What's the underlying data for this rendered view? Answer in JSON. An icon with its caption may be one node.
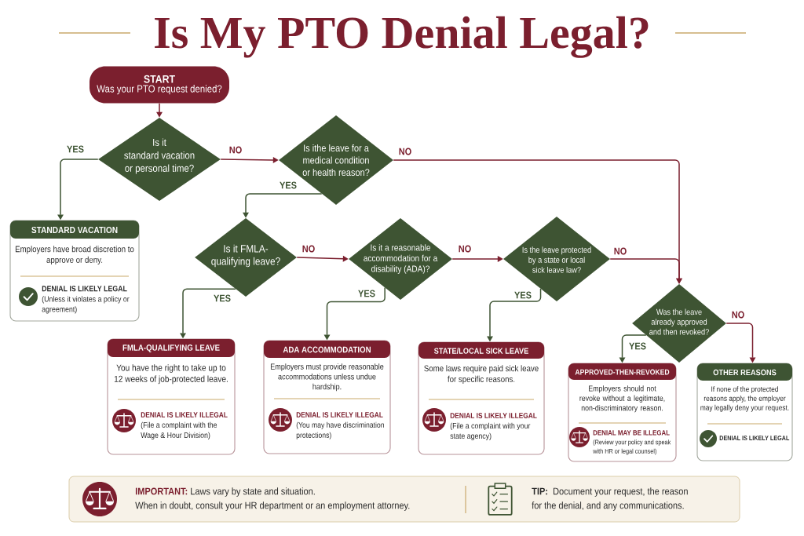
{
  "diagram": {
    "title": "Is My PTO Denial Legal?",
    "nodes": [
      {
        "text": [
          "START",
          "Was your PTO request denied?"
        ]
      },
      {
        "text": [
          "Is it standard vacation or personal time?"
        ]
      },
      {
        "text": [
          "Is ithe leave for a medical condition or health reason?"
        ]
      },
      {
        "text": [
          "STANDARD VACATION",
          "Employers have broad discretion to approve or deny.",
          "DENIAL IS LIKELY LEGAL",
          "(Unless it violates a policy or agreement)"
        ]
      },
      {
        "text": [
          "Is it FMLA-qualifying leave?"
        ]
      },
      {
        "text": [
          "Is it a reasonable accommodation for a disability (ADA)?"
        ]
      },
      {
        "text": [
          "Is the leave protected by a state or local sick leave law?"
        ]
      },
      {
        "text": [
          "Was the leave already approved and then revoked?"
        ]
      },
      {
        "text": [
          "FMLA-QUALIFYING LEAVE",
          "You have the right to take up to 12 weeks of job-protected leave.",
          "DENIAL IS LIKELY ILLEGAL",
          "(File a complaint with the Wage & Hour Division)"
        ]
      },
      {
        "text": [
          "ADA ACCOMMODATION",
          "Employers must provide reasonable accommodations unless undue hardship.",
          "DENIAL IS LIKELY ILLEGAL",
          "(You may have discrimination protections)"
        ]
      },
      {
        "text": [
          "STATE/LOCAL SICK LEAVE",
          "Some laws require paid sick leave for specific reasons.",
          "DENIAL IS LIKELY ILLEGAL",
          "(File a complaint with your state agency)"
        ]
      },
      {
        "text": [
          "APPROVED-THEN-REVOKED",
          "Employers should not revoke without a legitimate, non-discriminatory reason.",
          "DENIAL MAY BE ILLEGAL",
          "(Review your policy and speak with HR or legal counsel)"
        ]
      },
      {
        "text": [
          "OTHER REASONS",
          "If none of the protected reasons apply, the employer may legally deny your request.",
          "DENIAL IS LIKELY LEGAL"
        ]
      },
      {
        "text": [
          "IMPORTANT:",
          "Laws vary by state and situation.",
          "When in doubt, consult your HR department or an employment attorney.",
          "TIP:",
          "Document your request, the reason for the denial, and any communications."
        ]
      }
    ],
    "edges": [
      {
        "from": 0,
        "to": 1,
        "arrow": "to"
      },
      {
        "from": 1,
        "to": 3,
        "arrow": "to",
        "label": "YES",
        "color": "#3e5433"
      },
      {
        "from": 1,
        "to": 2,
        "arrow": "to",
        "label": "NO"
      },
      {
        "from": 2,
        "to": 4,
        "arrow": "to",
        "label": "YES",
        "color": "#3e5433"
      },
      {
        "from": 2,
        "to": 7,
        "arrow": "to",
        "label": "NO"
      },
      {
        "from": 4,
        "to": 8,
        "arrow": "to",
        "label": "YES",
        "color": "#3e5433"
      },
      {
        "from": 4,
        "to": 5,
        "arrow": "to",
        "label": "NO"
      },
      {
        "from": 5,
        "to": 9,
        "arrow": "to",
        "label": "YES",
        "color": "#3e5433"
      },
      {
        "from": 5,
        "to": 6,
        "arrow": "to",
        "label": "NO"
      },
      {
        "from": 6,
        "to": 10,
        "arrow": "to",
        "label": "YES",
        "color": "#3e5433"
      },
      {
        "from": 6,
        "to": 7,
        "arrow": "to",
        "label": "NO"
      },
      {
        "from": 7,
        "to": 11,
        "arrow": "to",
        "label": "YES",
        "color": "#3e5433"
      },
      {
        "from": 7,
        "to": 12,
        "arrow": "to",
        "label": "NO"
      }
    ]
  }
}
